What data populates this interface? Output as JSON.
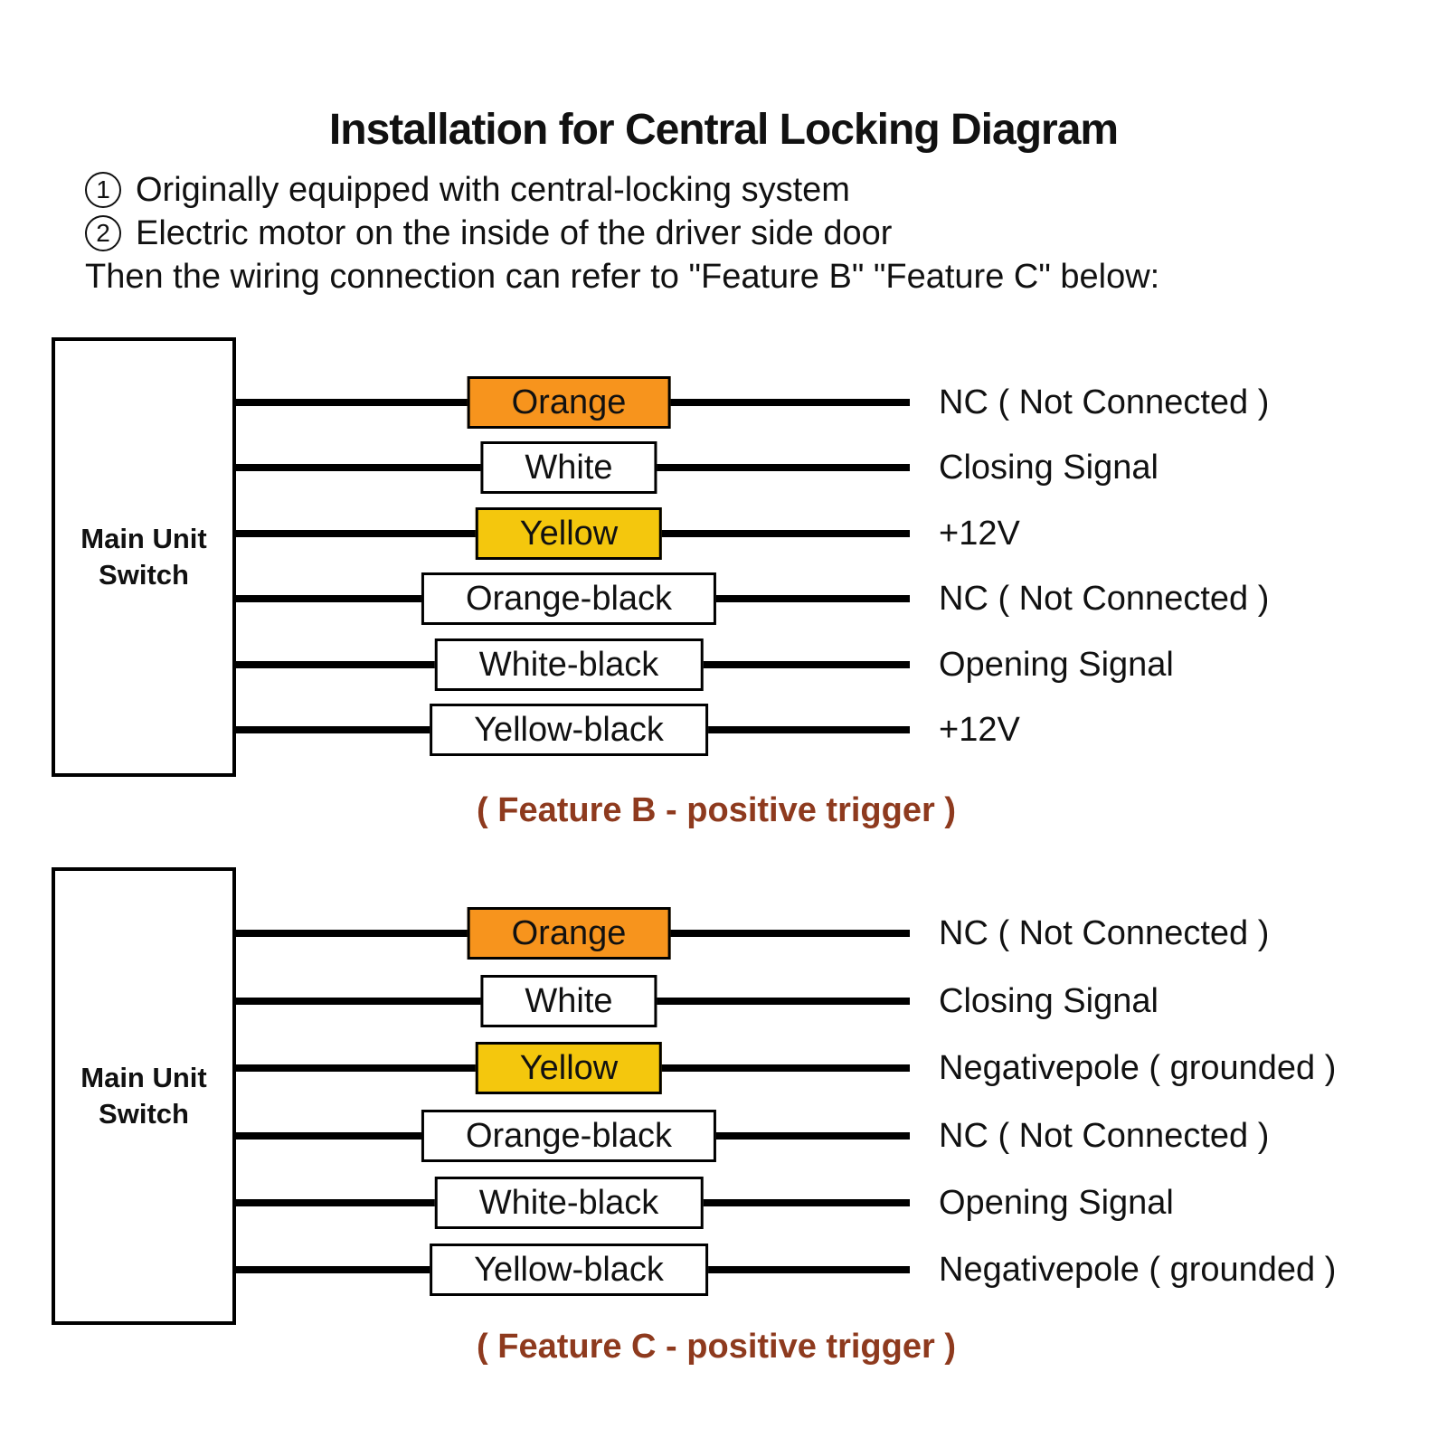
{
  "title": "Installation for Central Locking Diagram",
  "intro": [
    {
      "bullet": "1",
      "text": "Originally equipped with central-locking system"
    },
    {
      "bullet": "2",
      "text": "Electric motor on the inside of the driver side door"
    },
    {
      "text": "Then the wiring connection can refer to \"Feature B\" \"Feature C\" below:"
    }
  ],
  "colors": {
    "orange_fill": "#F7941D",
    "yellow_fill": "#F4C70D",
    "white_fill": "#FFFFFF",
    "wire": "#000000",
    "caption_text": "#8E3A1E"
  },
  "diagrams": [
    {
      "source_label": "Main Unit Switch",
      "caption": "( Feature B - positive trigger )",
      "wires": [
        {
          "label": "Orange",
          "fill": "#F7941D",
          "signal": "NC ( Not Connected )"
        },
        {
          "label": "White",
          "fill": "#FFFFFF",
          "signal": "Closing Signal"
        },
        {
          "label": "Yellow",
          "fill": "#F4C70D",
          "signal": "+12V"
        },
        {
          "label": "Orange-black",
          "fill": "#FFFFFF",
          "signal": "NC ( Not Connected )"
        },
        {
          "label": "White-black",
          "fill": "#FFFFFF",
          "signal": "Opening Signal"
        },
        {
          "label": "Yellow-black",
          "fill": "#FFFFFF",
          "signal": "+12V"
        }
      ]
    },
    {
      "source_label": "Main Unit Switch",
      "caption": "( Feature C - positive trigger )",
      "wires": [
        {
          "label": "Orange",
          "fill": "#F7941D",
          "signal": "NC ( Not Connected )"
        },
        {
          "label": "White",
          "fill": "#FFFFFF",
          "signal": "Closing Signal"
        },
        {
          "label": "Yellow",
          "fill": "#F4C70D",
          "signal": "Negativepole ( grounded )"
        },
        {
          "label": "Orange-black",
          "fill": "#FFFFFF",
          "signal": "NC ( Not Connected )"
        },
        {
          "label": "White-black",
          "fill": "#FFFFFF",
          "signal": "Opening Signal"
        },
        {
          "label": "Yellow-black",
          "fill": "#FFFFFF",
          "signal": "Negativepole ( grounded )"
        }
      ]
    }
  ]
}
